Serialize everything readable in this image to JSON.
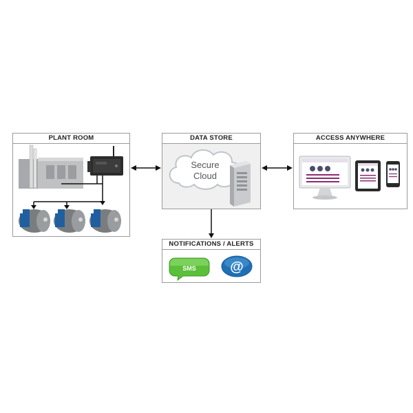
{
  "panels": {
    "plant_room": {
      "title": "PLANT ROOM"
    },
    "data_store": {
      "title": "DATA STORE",
      "cloud_line1": "Secure",
      "cloud_line2": "Cloud"
    },
    "access_anywhere": {
      "title": "ACCESS ANYWHERE"
    },
    "notifications": {
      "title": "NOTIFICATIONS / ALERTS",
      "sms_label": "SMS",
      "email_symbol": "@"
    }
  },
  "colors": {
    "panel_border": "#9a9a9a",
    "boiler_blue": "#1f5fa0",
    "sms_green": "#5bbf3a",
    "email_blue": "#1f6fb4",
    "cloud_gray": "#cfd4d9"
  },
  "icons": [
    "plant-building-icon",
    "gateway-device-icon",
    "boiler-icon",
    "cloud-icon",
    "server-icon",
    "desktop-monitor-icon",
    "tablet-icon",
    "smartphone-icon",
    "sms-icon",
    "email-icon"
  ]
}
